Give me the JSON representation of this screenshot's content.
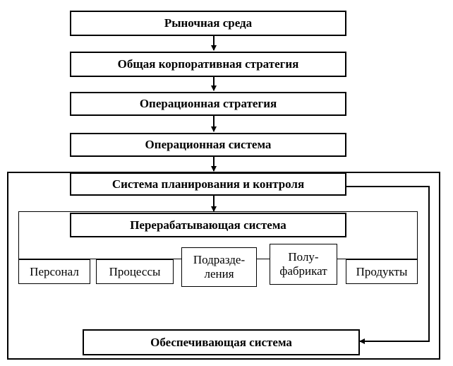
{
  "diagram": {
    "market": "Рыночная среда",
    "corporate_strategy": "Общая корпоративная стратегия",
    "operational_strategy": "Операционная стратегия",
    "operational_system": "Операционная система",
    "planning_control": "Система планирования и контроля",
    "processing_system": "Перерабатывающая система",
    "components": {
      "personnel": "Персонал",
      "processes": "Процессы",
      "divisions": "Подразде-\nления",
      "semi_product": "Полу-\nфабрикат",
      "products": "Продукты"
    },
    "support_system": "Обеспечивающая система"
  },
  "colors": {
    "line": "#000000",
    "background": "#ffffff"
  }
}
